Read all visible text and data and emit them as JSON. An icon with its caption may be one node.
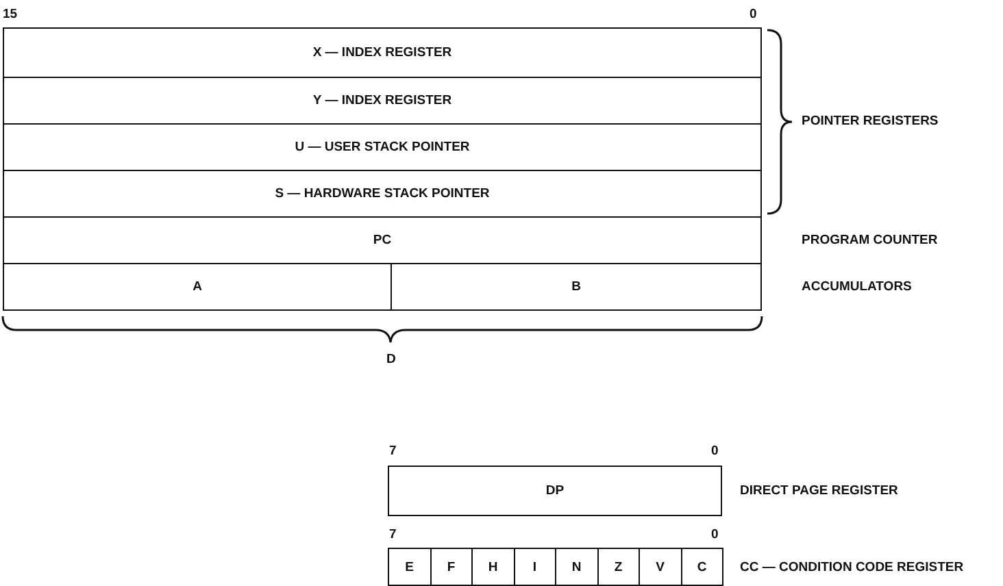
{
  "diagram": {
    "nodes": [
      {
        "text": [
          "X — INDEX REGISTER"
        ]
      },
      {
        "text": [
          "Y — INDEX REGISTER"
        ]
      },
      {
        "text": [
          "U — USER STACK POINTER"
        ]
      },
      {
        "text": [
          "S — HARDWARE STACK POINTER"
        ]
      },
      {
        "text": [
          "PC"
        ]
      },
      {
        "text": [
          "A"
        ]
      },
      {
        "text": [
          "B"
        ]
      },
      {
        "text": [
          "DP"
        ]
      },
      {
        "text": [
          "E"
        ]
      },
      {
        "text": [
          "F"
        ]
      },
      {
        "text": [
          "H"
        ]
      },
      {
        "text": [
          "I"
        ]
      },
      {
        "text": [
          "N"
        ]
      },
      {
        "text": [
          "Z"
        ]
      },
      {
        "text": [
          "V"
        ]
      },
      {
        "text": [
          "C"
        ]
      }
    ],
    "labels": [
      "15",
      "0",
      "POINTER REGISTERS",
      "PROGRAM COUNTER",
      "ACCUMULATORS",
      "D",
      "7",
      "0",
      "DIRECT PAGE REGISTER",
      "7",
      "0",
      "CC — CONDITION CODE REGISTER"
    ]
  }
}
